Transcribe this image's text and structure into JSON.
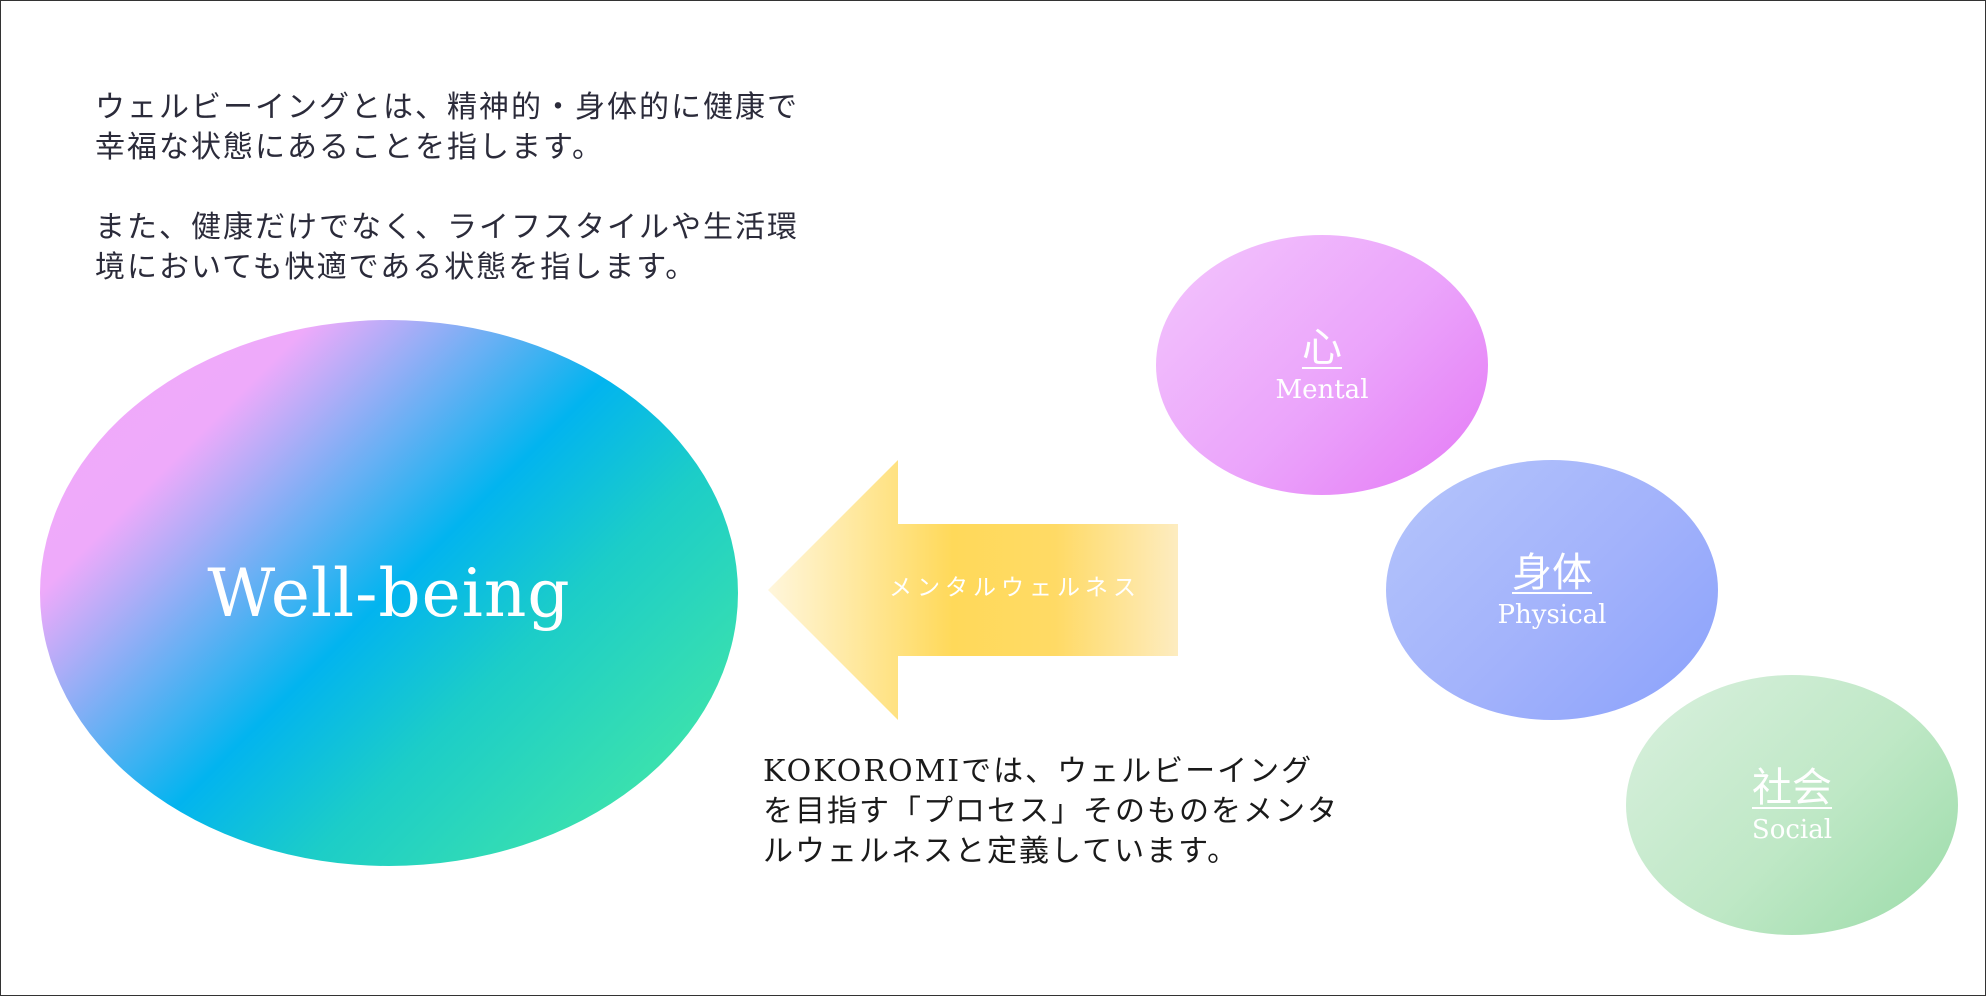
{
  "intro": {
    "paragraph1": "ウェルビーイングとは、精神的・身体的に健康で幸福な状態にあることを指します。",
    "paragraph2": "また、健康だけでなく、ライフスタイルや生活環境においても快適である状態を指します。"
  },
  "wellbeing": {
    "label": "Well-being"
  },
  "arrow": {
    "label": "メンタルウェルネス"
  },
  "circles": {
    "mental": {
      "jp": "心",
      "en": "Mental"
    },
    "physical": {
      "jp": "身体",
      "en": "Physical"
    },
    "social": {
      "jp": "社会",
      "en": "Social"
    }
  },
  "note": {
    "text": "KOKOROMIでは、ウェルビーイングを目指す「プロセス」そのものをメンタルウェルネスと定義しています。"
  },
  "colors": {
    "wellbeing_gradient": [
      "#f2a8fb",
      "#02b4ef",
      "#4fee9d"
    ],
    "mental": "#eba4fb",
    "physical": "#a2b2fb",
    "social": "#bfe8c6",
    "arrow_center": "#ffd95a",
    "arrow_edge": "#fdecc0"
  }
}
